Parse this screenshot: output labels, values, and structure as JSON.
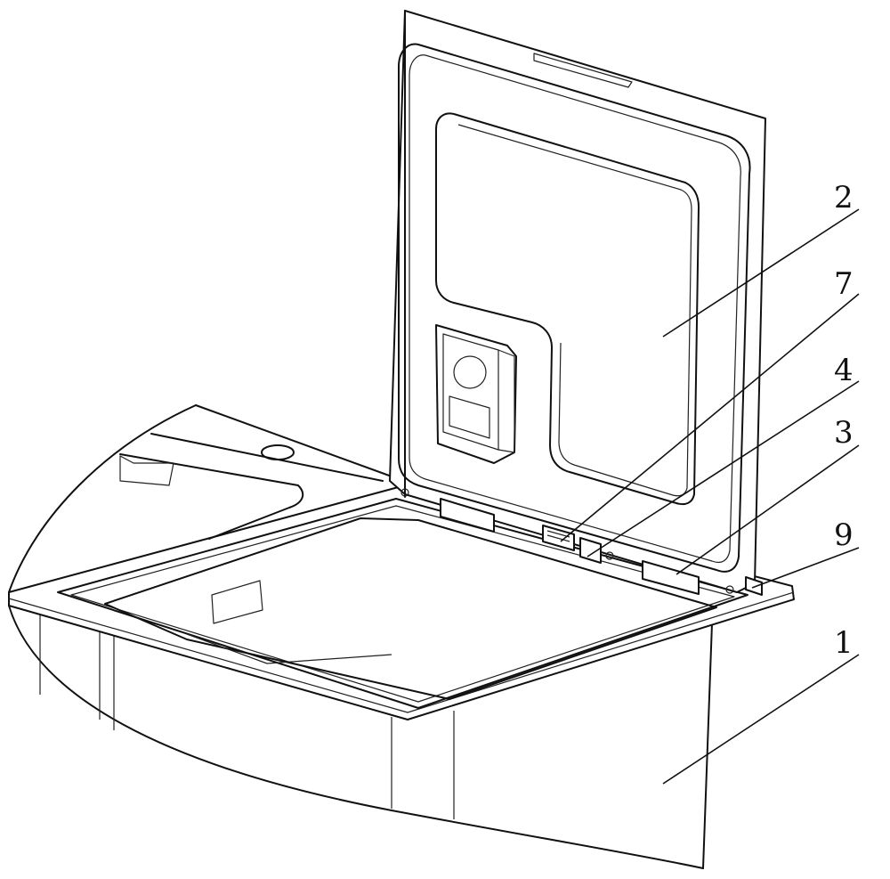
{
  "callouts": [
    {
      "id": "part-1",
      "label": "1"
    },
    {
      "id": "part-2",
      "label": "2"
    },
    {
      "id": "part-3",
      "label": "3"
    },
    {
      "id": "part-4",
      "label": "4"
    },
    {
      "id": "part-7",
      "label": "7"
    },
    {
      "id": "part-9",
      "label": "9"
    }
  ]
}
